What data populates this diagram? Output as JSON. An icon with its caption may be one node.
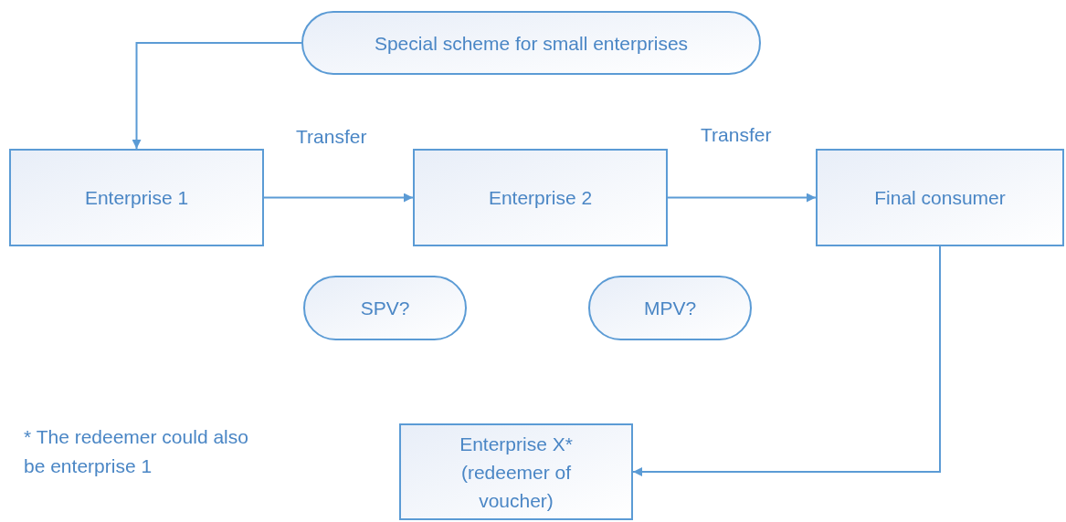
{
  "diagram": {
    "nodes": [
      {
        "text": [
          "Special scheme for small enterprises"
        ]
      },
      {
        "text": [
          "Enterprise 1"
        ]
      },
      {
        "text": [
          "Enterprise 2"
        ]
      },
      {
        "text": [
          "Final consumer"
        ]
      },
      {
        "text": [
          "SPV?"
        ]
      },
      {
        "text": [
          "MPV?"
        ]
      },
      {
        "text": [
          "Enterprise X* (redeemer of voucher)"
        ]
      }
    ],
    "edges": [
      {
        "from": 0,
        "to": 1,
        "arrow": "to"
      },
      {
        "from": 1,
        "to": 2,
        "arrow": "to",
        "label": "Transfer"
      },
      {
        "from": 2,
        "to": 3,
        "arrow": "to",
        "label": "Transfer"
      },
      {
        "from": 3,
        "to": 6,
        "arrow": "to"
      }
    ],
    "labels": [
      "* The redeemer could also be enterprise 1"
    ]
  }
}
